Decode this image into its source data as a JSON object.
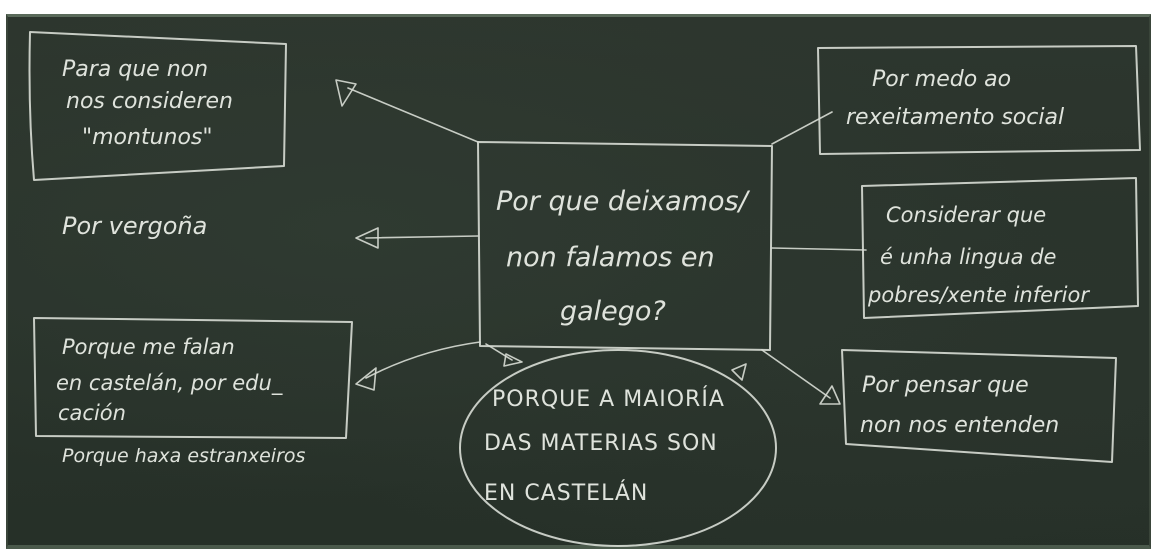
{
  "center": {
    "lines": [
      "Por que deixamos/",
      "non falamos en",
      "galego?"
    ]
  },
  "top_left": {
    "lines": [
      "Para que non",
      "nos consideren",
      "\"montunos\""
    ]
  },
  "mid_left": {
    "text": "Por vergoña"
  },
  "bottom_left": {
    "lines": [
      "Porque me falan",
      "en castelán, por edu_",
      "cación"
    ],
    "extra": "Porque haxa estranxeiros"
  },
  "bottom_center": {
    "lines": [
      "PORQUE A MAIORÍA",
      "DAS MATERIAS SON",
      "EN CASTELÁN"
    ]
  },
  "top_right": {
    "lines": [
      "Por medo ao",
      "rexeitamento social"
    ]
  },
  "mid_right": {
    "lines": [
      "Considerar que",
      "é unha lingua de",
      "pobres/xente inferior"
    ]
  },
  "bottom_right": {
    "lines": [
      "Por pensar que",
      "non nos entenden"
    ]
  },
  "colors": {
    "board": "#2a332b",
    "chalk": "#dfe3dc",
    "frame": "#5a6a5a"
  }
}
